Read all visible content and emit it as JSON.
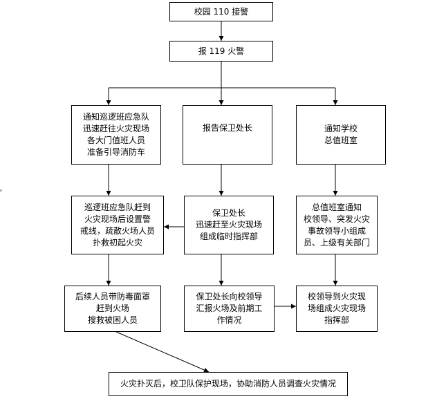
{
  "nodes": {
    "campus_110": {
      "lines": [
        "校园 110 接警"
      ]
    },
    "report_119": {
      "lines": [
        "报 119 火警"
      ]
    },
    "notify_patrol": {
      "lines": [
        "通知巡逻班应急队",
        "迅速赶往火灾现场",
        "各大门值班人员",
        "准备引导消防车"
      ]
    },
    "report_chief": {
      "lines": [
        "报告保卫处长"
      ]
    },
    "notify_duty_room": {
      "lines": [
        "通知学校",
        "总值班室"
      ]
    },
    "patrol_arrive": {
      "lines": [
        "巡逻班应急队赶到",
        "火灾现场后设置警",
        "戒线，疏散火场人员",
        "扑救初起火灾"
      ]
    },
    "chief_command": {
      "lines": [
        "保卫处长",
        "迅速赶至火灾现场",
        "组成临时指挥部"
      ]
    },
    "duty_room_notify": {
      "lines": [
        "总值班室通知",
        "校领导、突发火灾",
        "事故领导小组成",
        "员、上级有关部门"
      ]
    },
    "rescue_team": {
      "lines": [
        "后续人员带防毒面罩",
        "赶到火场",
        "搜救被困人员"
      ]
    },
    "chief_report": {
      "lines": [
        "保卫处长向校领导",
        "汇报火场及前期工",
        "作情况"
      ]
    },
    "leader_command": {
      "lines": [
        "校领导到火灾现",
        "场组成火灾现场",
        "指挥部"
      ]
    },
    "after_fire": {
      "lines": [
        "火灾扑灭后，校卫队保护现场，协助消防人员调查火灾情况"
      ]
    }
  },
  "colors": {
    "line": "#000000",
    "box": "#ffffff",
    "edge_mark": "#9fb4d4"
  }
}
